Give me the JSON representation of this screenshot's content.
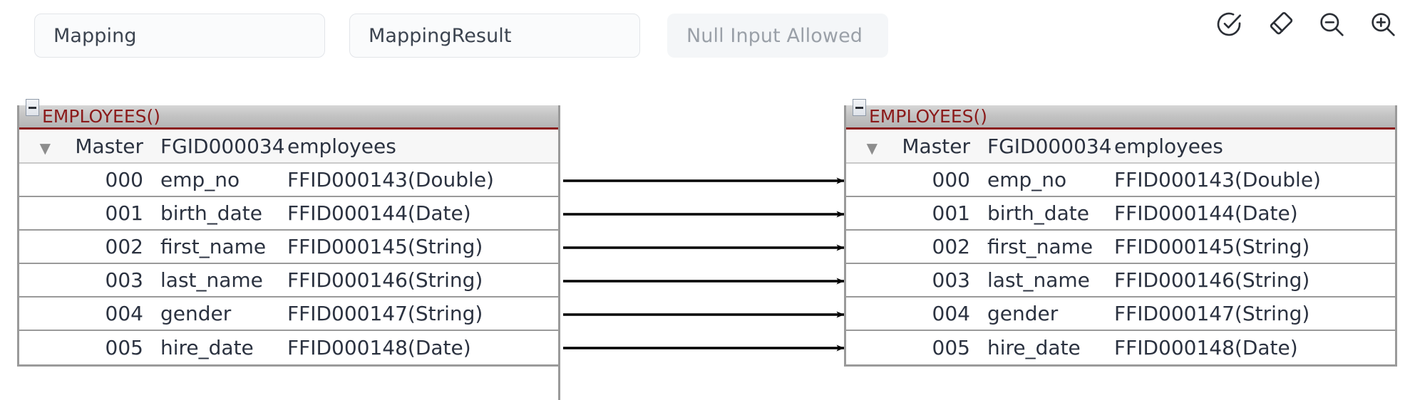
{
  "toolbar": {
    "fields": [
      {
        "name": "mapping",
        "value": "Mapping",
        "style": "bordered"
      },
      {
        "name": "mappingresult",
        "value": "MappingResult",
        "style": "bordered"
      },
      {
        "name": "nullinput",
        "value": "Null Input Allowed",
        "style": "flat"
      }
    ],
    "icons": [
      {
        "name": "check-circle-icon",
        "title": "Validate"
      },
      {
        "name": "eraser-icon",
        "title": "Clear"
      },
      {
        "name": "zoom-out-icon",
        "title": "Zoom Out"
      },
      {
        "name": "zoom-in-icon",
        "title": "Zoom In"
      }
    ]
  },
  "colors": {
    "title_red": "#8b1a1a",
    "border_gray": "#9a9a9a",
    "header_gray": "#c3c3c3",
    "text_dark": "#2b3240",
    "placeholder_gray": "#9aa0a8"
  },
  "source_table": {
    "title": "EMPLOYEES()",
    "collapse_state": "expanded",
    "master_row": {
      "caret": "▼",
      "label": "Master",
      "fgid": "FGID000034",
      "table": "employees"
    },
    "rows": [
      {
        "index": "000",
        "field": "emp_no",
        "ffid": "FFID000143(Double)"
      },
      {
        "index": "001",
        "field": "birth_date",
        "ffid": "FFID000144(Date)"
      },
      {
        "index": "002",
        "field": "first_name",
        "ffid": "FFID000145(String)"
      },
      {
        "index": "003",
        "field": "last_name",
        "ffid": "FFID000146(String)"
      },
      {
        "index": "004",
        "field": "gender",
        "ffid": "FFID000147(String)"
      },
      {
        "index": "005",
        "field": "hire_date",
        "ffid": "FFID000148(Date)"
      }
    ]
  },
  "target_table": {
    "title": "EMPLOYEES()",
    "collapse_state": "expanded",
    "master_row": {
      "caret": "▼",
      "label": "Master",
      "fgid": "FGID000034",
      "table": "employees"
    },
    "rows": [
      {
        "index": "000",
        "field": "emp_no",
        "ffid": "FFID000143(Double)"
      },
      {
        "index": "001",
        "field": "birth_date",
        "ffid": "FFID000144(Date)"
      },
      {
        "index": "002",
        "field": "first_name",
        "ffid": "FFID000145(String)"
      },
      {
        "index": "003",
        "field": "last_name",
        "ffid": "FFID000146(String)"
      },
      {
        "index": "004",
        "field": "gender",
        "ffid": "FFID000147(String)"
      },
      {
        "index": "005",
        "field": "hire_date",
        "ffid": "FFID000148(Date)"
      }
    ]
  },
  "mappings": [
    {
      "from": "000",
      "to": "000"
    },
    {
      "from": "001",
      "to": "001"
    },
    {
      "from": "002",
      "to": "002"
    },
    {
      "from": "003",
      "to": "003"
    },
    {
      "from": "004",
      "to": "004"
    },
    {
      "from": "005",
      "to": "005"
    }
  ]
}
